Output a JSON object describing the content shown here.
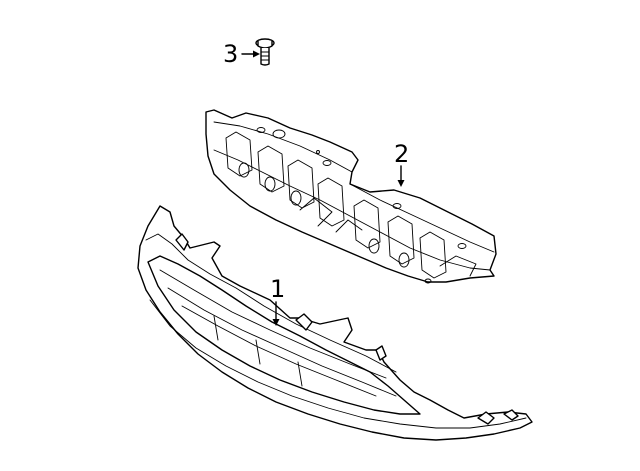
{
  "callouts": [
    {
      "id": "grille",
      "label": "1"
    },
    {
      "id": "bracket",
      "label": "2"
    },
    {
      "id": "bolt",
      "label": "3"
    }
  ],
  "colors": {
    "line": "#000000",
    "background": "#ffffff"
  }
}
